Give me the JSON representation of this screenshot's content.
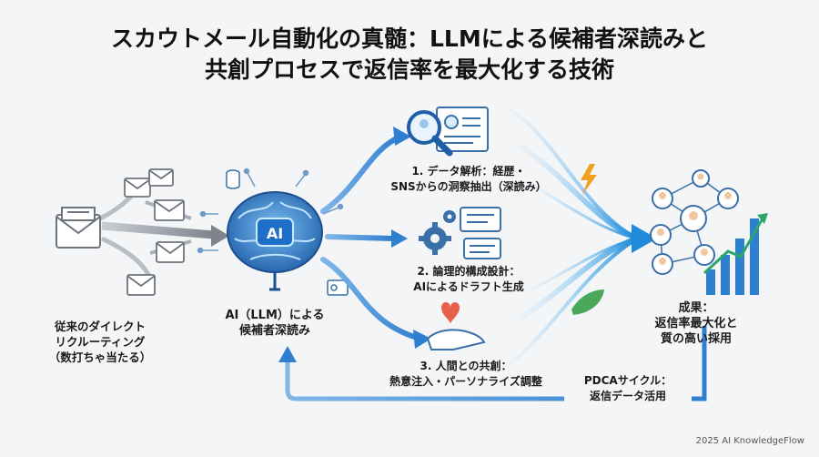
{
  "title": {
    "line1": "スカウトメール自動化の真髄：LLMによる候補者深読みと",
    "line2": "共創プロセスで返信率を最大化する技術"
  },
  "traditional": {
    "line1": "従来のダイレクト",
    "line2": "リクルーティング",
    "line3": "（数打ちゃ当たる）"
  },
  "ai": {
    "badge": "AI",
    "line1": "AI（LLM）による",
    "line2": "候補者深読み"
  },
  "steps": [
    {
      "line1": "1. データ解析：経歴・",
      "line2": "SNSからの洞察抽出（深読み）"
    },
    {
      "line1": "2. 論理的構成設計：",
      "line2": "AIによるドラフト生成"
    },
    {
      "line1": "3. 人間との共創：",
      "line2": "熱意注入・パーソナライズ調整"
    }
  ],
  "result": {
    "line1": "成果：",
    "line2": "返信率最大化と",
    "line3": "質の高い採用"
  },
  "pdca": {
    "line1": "PDCAサイクル：",
    "line2": "返信データ活用"
  },
  "footer": "2025 AI KnowledgeFlow",
  "colors": {
    "primary_blue": "#2f7fd0",
    "light_blue": "#8fc3ec",
    "gray_arrow": "#8e959d",
    "green_bar": "#2aa86a",
    "heart": "#e8604c",
    "lightning": "#f0a020"
  },
  "icons": [
    "envelope-icon",
    "brain-icon",
    "magnifier-icon",
    "profile-card-icon",
    "gear-icon",
    "chat-icon",
    "heart-hand-icon",
    "network-icon",
    "bar-chart-icon",
    "lightning-icon",
    "leaf-icon"
  ]
}
